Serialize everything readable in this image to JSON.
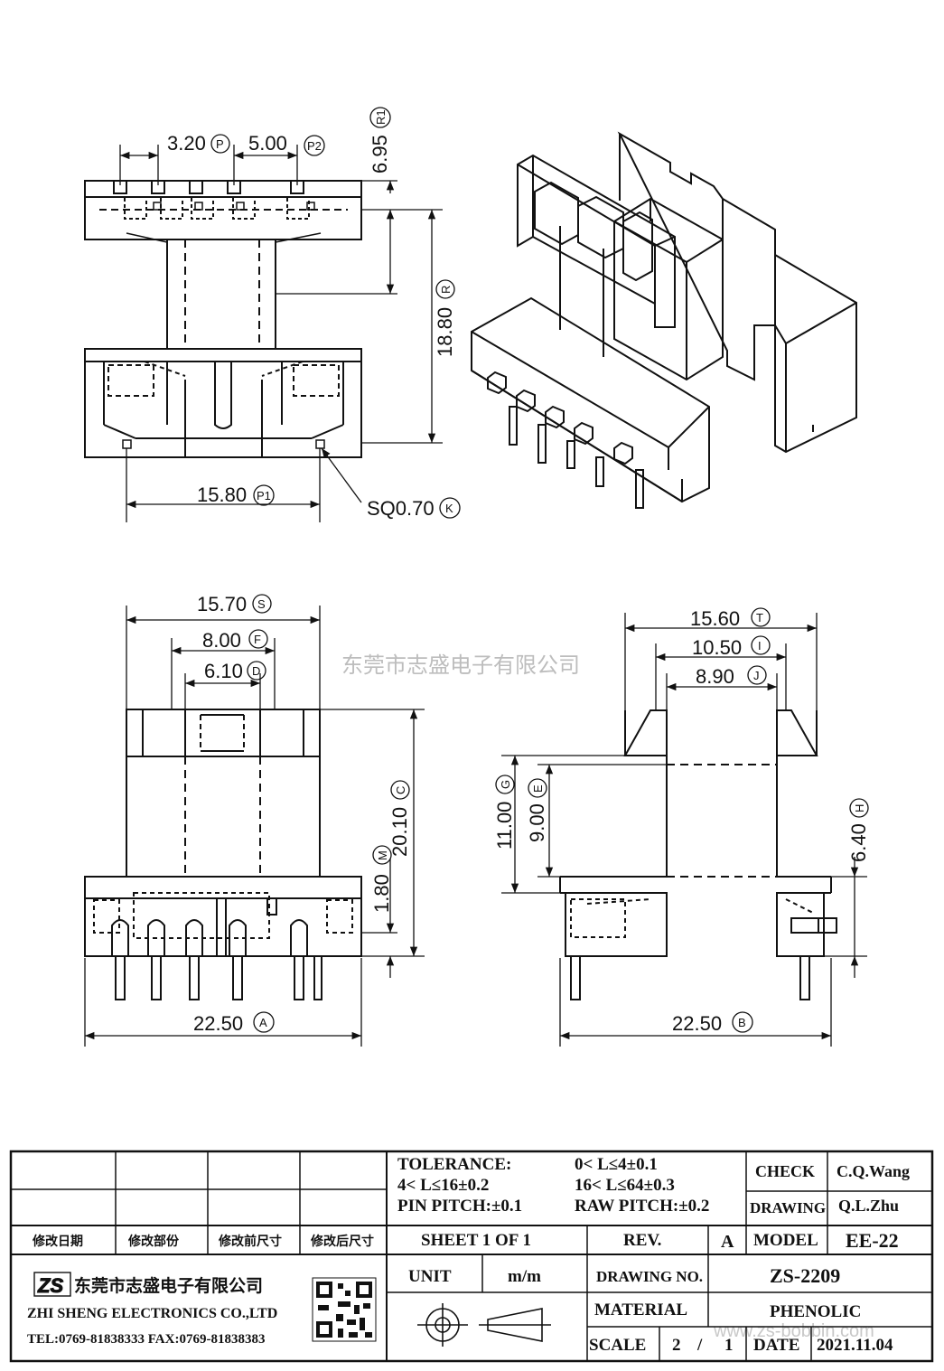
{
  "watermark": "东莞市志盛电子有限公司",
  "watermark_url": "www.zs-bobbin.com",
  "views": {
    "top": {
      "pitch_p": {
        "value": "3.20",
        "tag": "P"
      },
      "pitch_p2": {
        "value": "5.00",
        "tag": "P2"
      },
      "r1": {
        "value": "6.95",
        "tag": "R1"
      },
      "r": {
        "value": "18.80",
        "tag": "R"
      },
      "p1": {
        "value": "15.80",
        "tag": "P1"
      },
      "k": {
        "value": "SQ0.70",
        "tag": "K"
      }
    },
    "front": {
      "s": {
        "value": "15.70",
        "tag": "S"
      },
      "f": {
        "value": "8.00",
        "tag": "F"
      },
      "d": {
        "value": "6.10",
        "tag": "D"
      },
      "c": {
        "value": "20.10",
        "tag": "C"
      },
      "m": {
        "value": "1.80",
        "tag": "M"
      },
      "a": {
        "value": "22.50",
        "tag": "A"
      }
    },
    "side": {
      "t": {
        "value": "15.60",
        "tag": "T"
      },
      "i": {
        "value": "10.50",
        "tag": "I"
      },
      "j": {
        "value": "8.90",
        "tag": "J"
      },
      "g": {
        "value": "11.00",
        "tag": "G"
      },
      "e": {
        "value": "9.00",
        "tag": "E"
      },
      "h": {
        "value": "6.40",
        "tag": "H"
      },
      "b": {
        "value": "22.50",
        "tag": "B"
      }
    }
  },
  "title_block": {
    "tolerance_label": "TOLERANCE:",
    "tol_1": "0< L≤4±0.1",
    "tol_2": "4< L≤16±0.2",
    "tol_3": "16< L≤64±0.3",
    "pin_pitch": "PIN PITCH:±0.1",
    "raw_pitch": "RAW PITCH:±0.2",
    "check_label": "CHECK",
    "check_value": "C.Q.Wang",
    "drawing_label": "DRAWING",
    "drawing_value": "Q.L.Zhu",
    "rev_headers": [
      "修改日期",
      "修改部份",
      "修改前尺寸",
      "修改后尺寸"
    ],
    "sheet": "SHEET 1 OF 1",
    "rev_label": "REV.",
    "rev_value": "A",
    "model_label": "MODEL",
    "model_value": "EE-22",
    "unit_label": "UNIT",
    "unit_value": "m/m",
    "drawing_no_label": "DRAWING NO.",
    "drawing_no_value": "ZS-2209",
    "material_label": "MATERIAL",
    "material_value": "PHENOLIC",
    "scale_label": "SCALE",
    "scale_num": "2",
    "scale_sep": "/",
    "scale_den": "1",
    "date_label": "DATE",
    "date_value": "2021.11.04",
    "company_cn": "东莞市志盛电子有限公司",
    "company_en": "ZHI SHENG ELECTRONICS CO.,LTD",
    "contact": "TEL:0769-81838333 FAX:0769-81838383",
    "logo_text": "ZS"
  }
}
